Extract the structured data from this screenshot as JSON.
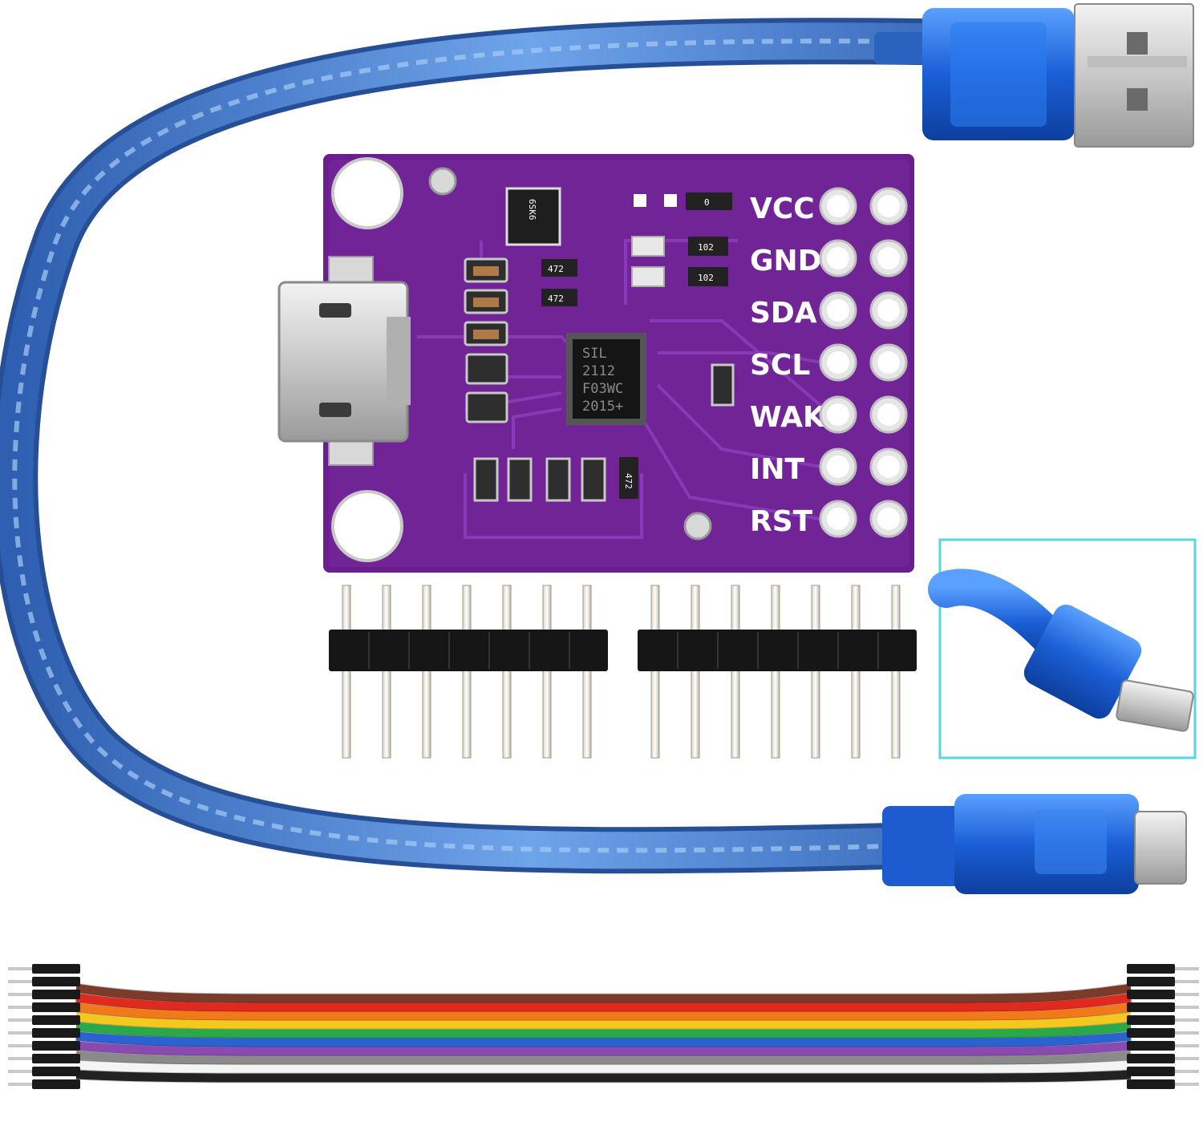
{
  "board": {
    "pins": [
      {
        "label": "VCC"
      },
      {
        "label": "GND"
      },
      {
        "label": "SDA"
      },
      {
        "label": "SCL"
      },
      {
        "label": "WAK"
      },
      {
        "label": "INT"
      },
      {
        "label": "RST"
      }
    ],
    "chip_lines": [
      "SIL",
      "2112",
      "F03WC",
      "2015+"
    ],
    "smd_markings": {
      "r1": "472",
      "r2": "472",
      "r3": "102",
      "r4": "102",
      "r5": "472",
      "reg": "6SK6",
      "cap": "0"
    }
  },
  "colors": {
    "pcb": "#6a1f8f",
    "cable": "#3a72c8",
    "connector": "#1f6fe0",
    "inset_border": "#58d6e0"
  },
  "ribbon_wire_colors": [
    "#7a3b2a",
    "#e02a1f",
    "#f07a1a",
    "#f5c81e",
    "#2aa84a",
    "#2a62d0",
    "#8a4ab0",
    "#8a8a8a",
    "#f4f4f4",
    "#222222"
  ]
}
